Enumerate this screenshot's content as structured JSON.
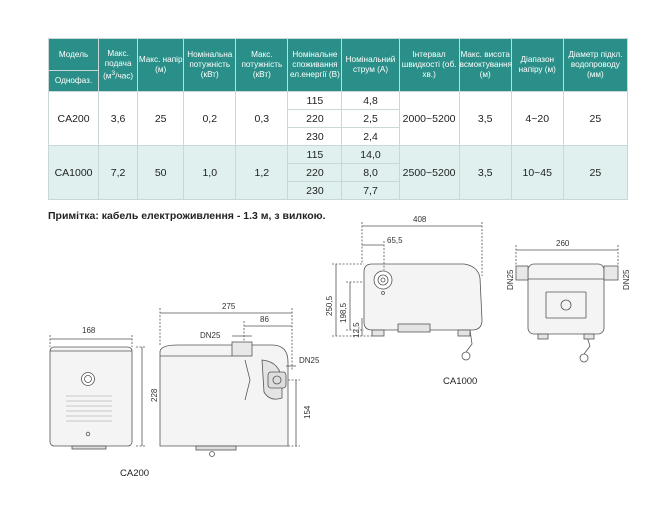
{
  "table": {
    "headers": {
      "model": "Модель",
      "phase": "Однофаз.",
      "max_flow_pre": "Макс. подача (м",
      "max_flow_sup": "3",
      "max_flow_post": "/час)",
      "max_head": "Макс. напір (м)",
      "nominal_power": "Номінальна потужність (кВт)",
      "max_power": "Макс. потужність (кВт)",
      "nominal_voltage": "Номінальне споживання ел.енергії (В)",
      "nominal_current": "Номінальний струм (А)",
      "speed_interval": "Інтервал швидкості (об. хв.)",
      "max_suction": "Макс. висота всмоктування (м)",
      "head_range": "Діапазон напіру (м)",
      "pipe_diameter": "Діаметр підкл. водопроводу (мм)"
    },
    "rows": [
      {
        "model": "CA200",
        "flow": "3,6",
        "head": "25",
        "nom_power": "0,2",
        "max_power": "0,3",
        "voltages": [
          "115",
          "220",
          "230"
        ],
        "currents": [
          "4,8",
          "2,5",
          "2,4"
        ],
        "speed": "2000~5200",
        "suction": "3,5",
        "head_range": "4~20",
        "diameter": "25"
      },
      {
        "model": "CA1000",
        "flow": "7,2",
        "head": "50",
        "nom_power": "1,0",
        "max_power": "1,2",
        "voltages": [
          "115",
          "220",
          "230"
        ],
        "currents": [
          "14,0",
          "8,0",
          "7,7"
        ],
        "speed": "2500~5200",
        "suction": "3,5",
        "head_range": "10~45",
        "diameter": "25"
      }
    ]
  },
  "note": "Примітка: кабель електроживлення - 1.3 м, з вилкою.",
  "drawings": {
    "ca200": {
      "caption": "CA200",
      "front_width": "168",
      "height": "228",
      "length": "275",
      "outlet_offset": "86",
      "outlet_port": "DN25",
      "inlet_port": "DN25",
      "inlet_height": "154"
    },
    "ca1000": {
      "caption": "CA1000",
      "length": "408",
      "outlet_offset": "65,5",
      "height": "250,5",
      "mount_height": "198,5",
      "foot_height": "12,5",
      "width": "260",
      "port_left": "DN25",
      "port_right": "DN25"
    }
  }
}
